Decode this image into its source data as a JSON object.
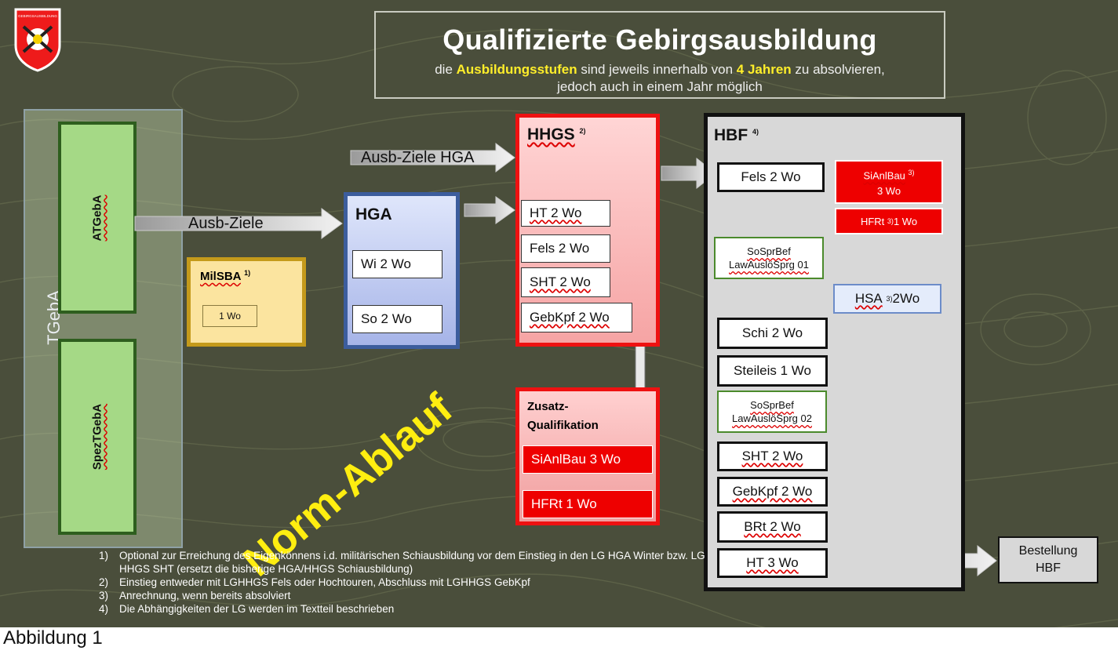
{
  "logo": {
    "text": "GEBIRGSAUSBILDUNG"
  },
  "title": {
    "main": "Qualifizierte Gebirgsausbildung",
    "sub_part1": "die ",
    "sub_highlight1": "Ausbildungsstufen",
    "sub_part2": " sind jeweils innerhalb von ",
    "sub_highlight2": "4 Jahren",
    "sub_part3": " zu absolvieren,",
    "sub_line2": "jedoch auch in einem Jahr möglich"
  },
  "tgeba": {
    "label": "TGebA",
    "top_label": "ATGebA",
    "bottom_label": "SpezTGebA"
  },
  "arrows": {
    "ausb_ziele": "Ausb-Ziele",
    "ausb_ziele_hga": "Ausb-Ziele HGA"
  },
  "milsba": {
    "title": "MilSBA",
    "sup": "1)",
    "item": "1 Wo"
  },
  "hga": {
    "title": "HGA",
    "items": [
      "Wi 2 Wo",
      "So 2 Wo"
    ]
  },
  "hhgs": {
    "title": "HHGS",
    "sup": "2)",
    "items": [
      "HT 2 Wo",
      "Fels 2 Wo",
      "SHT 2 Wo",
      "GebKpf 2 Wo"
    ]
  },
  "zusatz": {
    "title_line1": "Zusatz-",
    "title_line2": "Qualifikation",
    "items": [
      "SiAnlBau 3 Wo",
      "HFRt 1 Wo"
    ]
  },
  "hbf": {
    "title": "HBF",
    "sup": "4)",
    "fels": "Fels 2 Wo",
    "sianlbau_line1": "SiAnlBau",
    "sianlbau_sup": "3)",
    "sianlbau_line2": "3 Wo",
    "hfrt": "HFRt",
    "hfrt_sup": "3)",
    "hfrt_rest": " 1 Wo",
    "sosprbef1_line1": "SoSprBef",
    "sosprbef1_line2": "LawAuslöSprg 01",
    "hsa": "HSA",
    "hsa_sup": "3)",
    "hsa_rest": " 2Wo",
    "schi": "Schi 2 Wo",
    "steileis": "Steileis 1 Wo",
    "sosprbef2_line1": "SoSprBef",
    "sosprbef2_line2": "LawAuslöSprg 02",
    "sht": "SHT 2 Wo",
    "gebkpf": "GebKpf 2 Wo",
    "brt": "BRt 2 Wo",
    "ht": "HT 3 Wo"
  },
  "bestellung": {
    "line1": "Bestellung",
    "line2": "HBF"
  },
  "norm_ablauf": "Norm-Ablauf",
  "notes": [
    {
      "num": "1)",
      "text": "Optional zur Erreichung des Eigenkönnens i.d. militärischen Schiausbildung vor dem Einstieg in den LG HGA Winter bzw. LG HHGS SHT (ersetzt die bisherige HGA/HHGS Schiausbildung)"
    },
    {
      "num": "2)",
      "text": "Einstieg  entweder mit LGHHGS Fels oder Hochtouren, Abschluss mit LGHHGS GebKpf"
    },
    {
      "num": "3)",
      "text": "Anrechnung, wenn bereits absolviert"
    },
    {
      "num": "4)",
      "text": "Die Abhängigkeiten der LG werden im Textteil beschrieben"
    }
  ],
  "caption": "Abbildung 1",
  "colors": {
    "background": "#4a4e3b",
    "highlight": "#ffee2a",
    "red": "#ee0000",
    "green": "#a5d986",
    "blue": "#3c5d9d"
  }
}
